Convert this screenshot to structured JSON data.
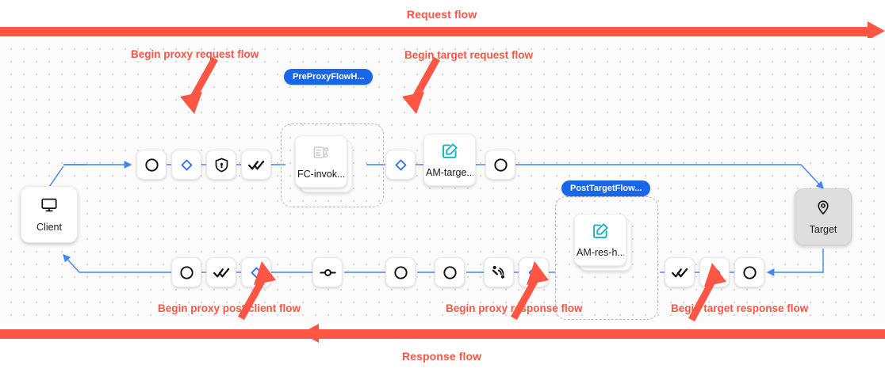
{
  "banners": {
    "request": {
      "label": "Request flow",
      "color": "#FF5544",
      "direction": "right"
    },
    "response": {
      "label": "Response flow",
      "color": "#FF5544",
      "direction": "left"
    }
  },
  "endpoints": {
    "client": {
      "label": "Client",
      "icon": "monitor-icon"
    },
    "target": {
      "label": "Target",
      "icon": "location-pin-icon"
    }
  },
  "groups": [
    {
      "id": "preproxy",
      "badge": "PreProxyFlowH..."
    },
    {
      "id": "posttarget",
      "badge": "PostTargetFlow..."
    }
  ],
  "cards": [
    {
      "id": "fc-invoke",
      "label": "FC-invok...",
      "icon": "flow-script-icon",
      "state": "muted"
    },
    {
      "id": "am-target",
      "label": "AM-targe...",
      "icon": "edit-square-icon",
      "state": "active"
    },
    {
      "id": "am-response",
      "label": "AM-res-h...",
      "icon": "edit-square-icon",
      "state": "active"
    }
  ],
  "request_row": [
    {
      "icon": "circle-icon",
      "kind": "step"
    },
    {
      "icon": "diamond-icon",
      "kind": "flow-start"
    },
    {
      "icon": "shield-lock-icon",
      "kind": "step"
    },
    {
      "icon": "double-check-icon",
      "kind": "step"
    },
    {
      "icon": "diamond-icon",
      "kind": "flow-start"
    },
    {
      "icon": "circle-icon",
      "kind": "step"
    }
  ],
  "response_row": [
    {
      "icon": "circle-icon",
      "kind": "step"
    },
    {
      "icon": "double-check-icon",
      "kind": "step"
    },
    {
      "icon": "diamond-icon",
      "kind": "flow-start"
    },
    {
      "icon": "dot-connector-icon",
      "kind": "step"
    },
    {
      "icon": "circle-icon",
      "kind": "step"
    },
    {
      "icon": "circle-icon",
      "kind": "step"
    },
    {
      "icon": "broadcast-icon",
      "kind": "step"
    },
    {
      "icon": "diamond-icon",
      "kind": "flow-start"
    },
    {
      "icon": "double-check-icon",
      "kind": "step"
    },
    {
      "icon": "diamond-icon",
      "kind": "flow-start"
    },
    {
      "icon": "circle-icon",
      "kind": "step"
    }
  ],
  "annotations": [
    {
      "id": "proxy-request",
      "text": "Begin proxy request flow"
    },
    {
      "id": "target-request",
      "text": "Begin target request flow"
    },
    {
      "id": "proxy-post-client",
      "text": "Begin proxy post client flow"
    },
    {
      "id": "proxy-response",
      "text": "Begin proxy response flow"
    },
    {
      "id": "target-response",
      "text": "Begin target response flow"
    }
  ],
  "colors": {
    "accent_red": "#FF5544",
    "edge_blue": "#4285F4",
    "diamond_blue": "#2B6FE8",
    "badge_blue": "#1967E8",
    "teal": "#17B3C3"
  }
}
